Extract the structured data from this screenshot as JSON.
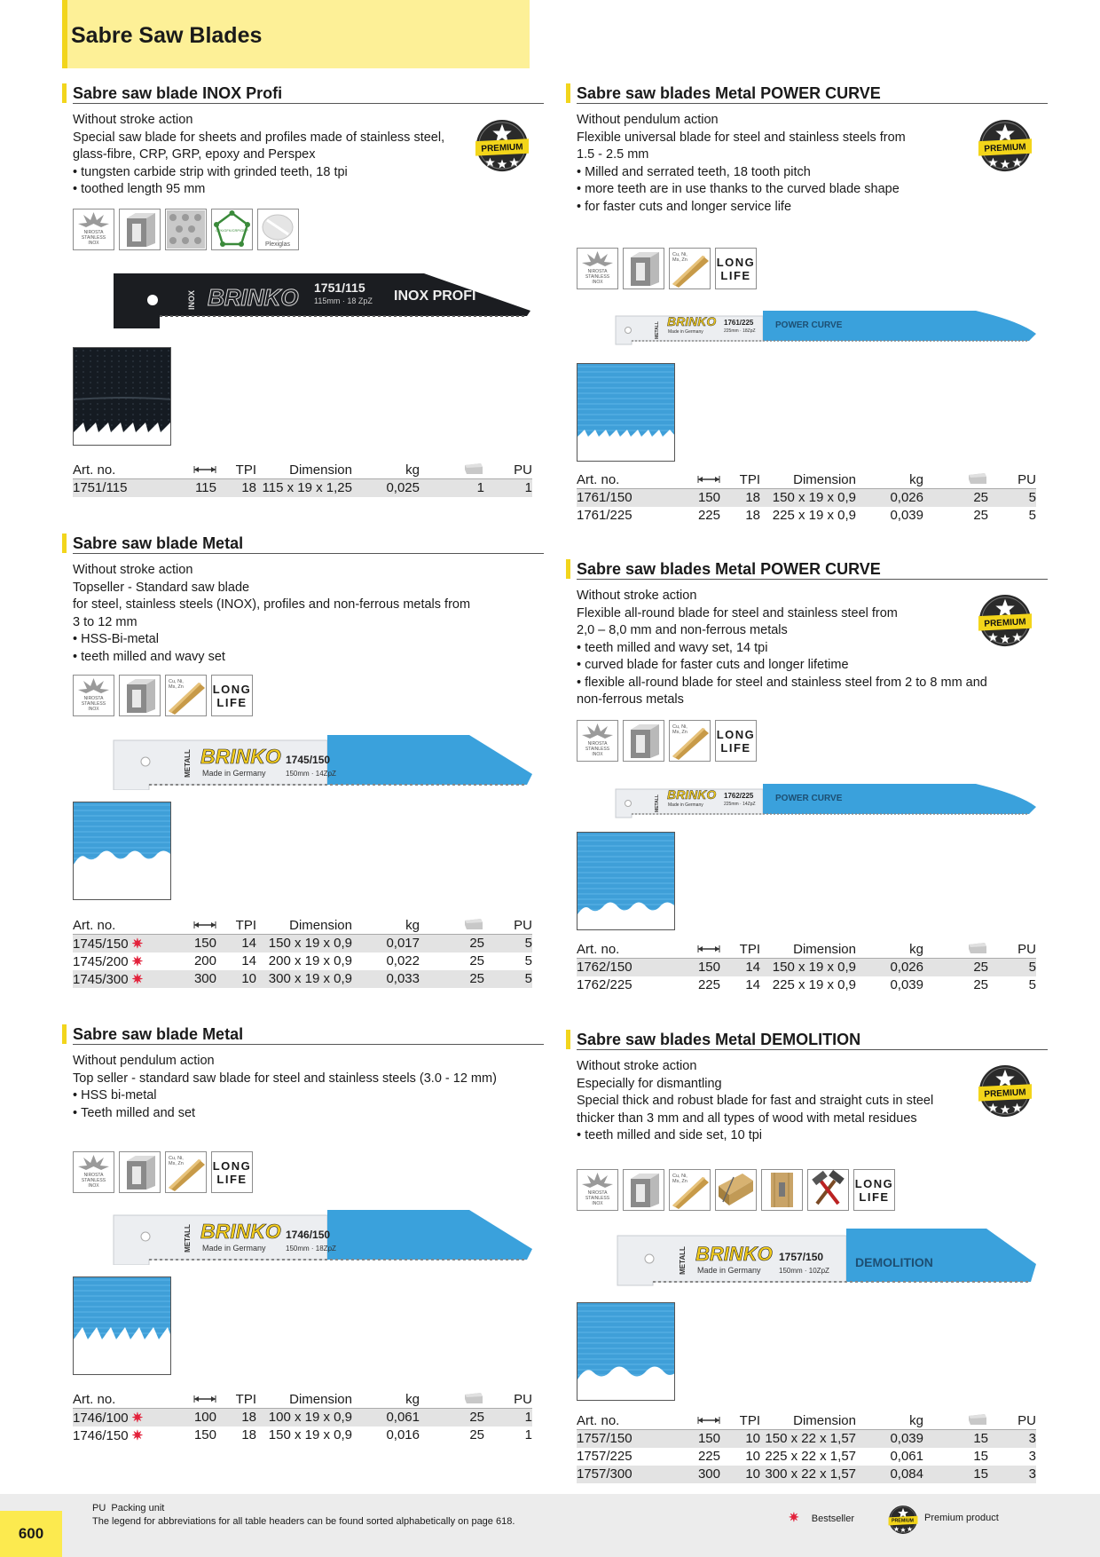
{
  "page_title": "Sabre Saw Blades",
  "page_number": "600",
  "footer": {
    "pu_abbr": "PU",
    "pu_text": "Packing unit",
    "legend_note": "The legend for abbreviations for all table headers can be found sorted alphabetically on page 618.",
    "bestseller": "Bestseller",
    "premium": "Premium product"
  },
  "icon_text": {
    "nirosta": [
      "NIROSTA",
      "STAINLESS",
      "INOX"
    ],
    "cu": [
      "Cu, Ni,",
      "Ms, Zn"
    ],
    "cfk": "CFK/GFK/CRP/GRP",
    "plexiglas": "Plexiglas",
    "long_life": [
      "LONG",
      "LIFE"
    ],
    "premium": "PREMIUM"
  },
  "colors": {
    "accent_yellow": "#f2d51c",
    "blade_blue": "#3aa1dc",
    "bestseller_red": "#e3213b"
  },
  "sections": {
    "inox": {
      "title": "Sabre saw blade INOX Profi",
      "lines": [
        "Without stroke action",
        "Special saw blade for sheets and profiles made of stainless steel,",
        "glass-fibre, CRP, GRP, epoxy and Perspex"
      ],
      "bullets": [
        "tungsten carbide strip with grinded teeth, 18 tpi",
        "toothed length 95 mm"
      ],
      "blade": {
        "brand": "BRINKO",
        "side": "INOX",
        "code": "1751/115",
        "spec": "115mm · 18 ZpZ",
        "name": "INOX PROFI"
      },
      "headers": [
        "Art. no.",
        "TPI",
        "Dimension",
        "kg",
        "PU"
      ],
      "rows": [
        [
          "1751/115",
          "115",
          "18",
          "115 x 19 x 1,25",
          "0,025",
          "1",
          "1"
        ]
      ]
    },
    "metal1": {
      "title": "Sabre saw blade Metal",
      "lines": [
        "Without stroke action",
        "Topseller - Standard saw blade",
        "for steel, stainless steels (INOX), profiles and non-ferrous metals from",
        "3 to 12 mm"
      ],
      "bullets": [
        "HSS-Bi-metal",
        "teeth milled and wavy set"
      ],
      "blade": {
        "brand": "BRINKO",
        "side": "METALL",
        "code": "1745/150",
        "made": "Made in Germany",
        "spec": "150mm · 14ZpZ"
      },
      "headers": [
        "Art. no.",
        "TPI",
        "Dimension",
        "kg",
        "PU"
      ],
      "rows": [
        [
          "1745/150",
          "150",
          "14",
          "150 x 19 x 0,9",
          "0,017",
          "25",
          "5"
        ],
        [
          "1745/200",
          "200",
          "14",
          "200 x 19 x 0,9",
          "0,022",
          "25",
          "5"
        ],
        [
          "1745/300",
          "300",
          "10",
          "300 x 19 x 0,9",
          "0,033",
          "25",
          "5"
        ]
      ]
    },
    "metal2": {
      "title": "Sabre saw blade Metal",
      "lines": [
        "Without pendulum action",
        "Top seller - standard saw blade for steel and stainless steels (3.0 - 12 mm)"
      ],
      "bullets": [
        "HSS bi-metal",
        "Teeth milled and set"
      ],
      "blade": {
        "brand": "BRINKO",
        "side": "METALL",
        "code": "1746/150",
        "made": "Made in Germany",
        "spec": "150mm · 18ZpZ"
      },
      "headers": [
        "Art. no.",
        "TPI",
        "Dimension",
        "kg",
        "PU"
      ],
      "rows": [
        [
          "1746/100",
          "100",
          "18",
          "100 x 19 x 0,9",
          "0,061",
          "25",
          "1"
        ],
        [
          "1746/150",
          "150",
          "18",
          "150 x 19 x 0,9",
          "0,016",
          "25",
          "1"
        ]
      ]
    },
    "pc1": {
      "title": "Sabre saw blades Metal POWER CURVE",
      "lines": [
        "Without pendulum action",
        "Flexible universal blade for steel and stainless steels from",
        "1.5 - 2.5 mm"
      ],
      "bullets": [
        "Milled and serrated teeth, 18 tooth pitch",
        "more teeth are in use thanks to the curved blade shape",
        "for faster cuts and longer service life"
      ],
      "blade": {
        "brand": "BRINKO",
        "side": "METALL",
        "code": "1761/225",
        "made": "Made in Germany",
        "spec": "225mm · 18ZpZ",
        "name": "POWER CURVE"
      },
      "headers": [
        "Art. no.",
        "TPI",
        "Dimension",
        "kg",
        "PU"
      ],
      "rows": [
        [
          "1761/150",
          "150",
          "18",
          "150 x 19 x 0,9",
          "0,026",
          "25",
          "5"
        ],
        [
          "1761/225",
          "225",
          "18",
          "225 x 19 x 0,9",
          "0,039",
          "25",
          "5"
        ]
      ]
    },
    "pc2": {
      "title": "Sabre saw blades Metal POWER CURVE",
      "lines": [
        "Without stroke action",
        "Flexible all-round blade for steel and stainless steel from",
        "2,0 – 8,0 mm and non-ferrous metals"
      ],
      "bullets": [
        "teeth milled and wavy set, 14 tpi",
        "curved blade for faster cuts and longer lifetime",
        "flexible all-round blade for steel and stainless steel from 2 to 8 mm and"
      ],
      "tail": "non-ferrous metals",
      "blade": {
        "brand": "BRINKO",
        "side": "METALL",
        "code": "1762/225",
        "made": "Made in Germany",
        "spec": "225mm · 14ZpZ",
        "name": "POWER CURVE"
      },
      "headers": [
        "Art. no.",
        "TPI",
        "Dimension",
        "kg",
        "PU"
      ],
      "rows": [
        [
          "1762/150",
          "150",
          "14",
          "150 x 19 x 0,9",
          "0,026",
          "25",
          "5"
        ],
        [
          "1762/225",
          "225",
          "14",
          "225 x 19 x 0,9",
          "0,039",
          "25",
          "5"
        ]
      ]
    },
    "demo": {
      "title": "Sabre saw blades Metal DEMOLITION",
      "lines": [
        "Without stroke action",
        "Especially for dismantling",
        "Special thick and robust blade for fast and straight cuts in steel",
        "thicker than 3 mm and all types of wood with metal residues"
      ],
      "bullets": [
        "teeth milled and side set, 10 tpi"
      ],
      "blade": {
        "brand": "BRINKO",
        "side": "METALL",
        "code": "1757/150",
        "made": "Made in Germany",
        "spec": "150mm · 10ZpZ",
        "name": "DEMOLITION"
      },
      "headers": [
        "Art. no.",
        "TPI",
        "Dimension",
        "kg",
        "PU"
      ],
      "rows": [
        [
          "1757/150",
          "150",
          "10",
          "150 x 22 x 1,57",
          "0,039",
          "15",
          "3"
        ],
        [
          "1757/225",
          "225",
          "10",
          "225 x 22 x 1,57",
          "0,061",
          "15",
          "3"
        ],
        [
          "1757/300",
          "300",
          "10",
          "300 x 22 x 1,57",
          "0,084",
          "15",
          "3"
        ]
      ]
    }
  }
}
